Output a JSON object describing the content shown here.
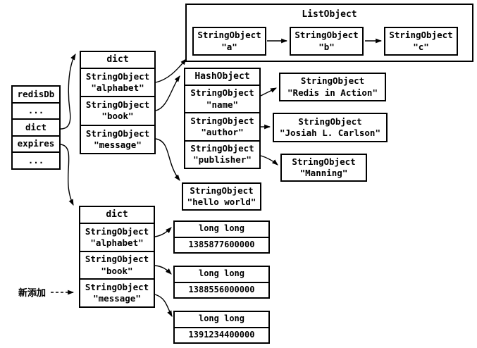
{
  "left_stack": {
    "rows": [
      "redisDb",
      "...",
      "dict",
      "expires",
      "..."
    ]
  },
  "dict_top": {
    "title": "dict",
    "entries": [
      {
        "type": "StringObject",
        "value": "\"alphabet\""
      },
      {
        "type": "StringObject",
        "value": "\"book\""
      },
      {
        "type": "StringObject",
        "value": "\"message\""
      }
    ]
  },
  "list_object": {
    "title": "ListObject",
    "items": [
      {
        "type": "StringObject",
        "value": "\"a\""
      },
      {
        "type": "StringObject",
        "value": "\"b\""
      },
      {
        "type": "StringObject",
        "value": "\"c\""
      }
    ]
  },
  "hash_object": {
    "title": "HashObject",
    "fields": [
      {
        "type": "StringObject",
        "value": "\"name\""
      },
      {
        "type": "StringObject",
        "value": "\"author\""
      },
      {
        "type": "StringObject",
        "value": "\"publisher\""
      }
    ]
  },
  "hash_values": [
    {
      "type": "StringObject",
      "value": "\"Redis in Action\""
    },
    {
      "type": "StringObject",
      "value": "\"Josiah L. Carlson\""
    },
    {
      "type": "StringObject",
      "value": "\"Manning\""
    }
  ],
  "string_value": {
    "type": "StringObject",
    "value": "\"hello world\""
  },
  "dict_bottom": {
    "title": "dict",
    "entries": [
      {
        "type": "StringObject",
        "value": "\"alphabet\""
      },
      {
        "type": "StringObject",
        "value": "\"book\""
      },
      {
        "type": "StringObject",
        "value": "\"message\""
      }
    ]
  },
  "expire_values": [
    {
      "type": "long long",
      "value": "1385877600000"
    },
    {
      "type": "long long",
      "value": "1388556000000"
    },
    {
      "type": "long long",
      "value": "1391234400000"
    }
  ],
  "annotation": {
    "label": "新添加"
  },
  "colors": {
    "line": "#000000",
    "background": "#ffffff",
    "text": "#000000"
  }
}
